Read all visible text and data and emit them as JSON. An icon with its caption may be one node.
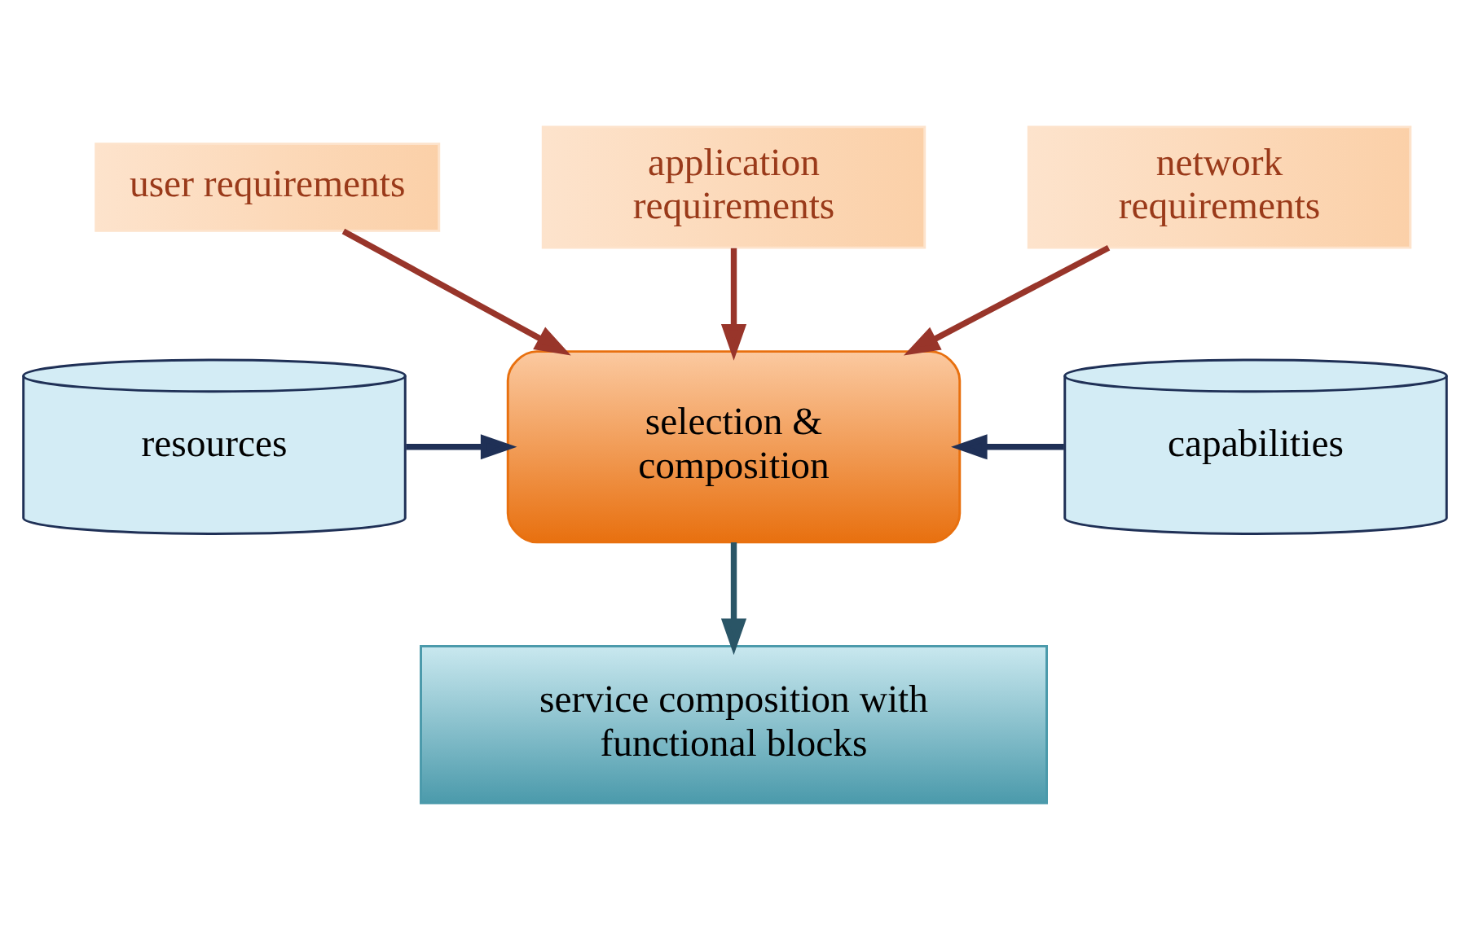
{
  "diagram": {
    "nodes": [
      {
        "text": [
          "user requirements"
        ]
      },
      {
        "text": [
          "application requirements"
        ]
      },
      {
        "text": [
          "network requirements"
        ]
      },
      {
        "text": [
          "selection & composition"
        ]
      },
      {
        "text": [
          "resources"
        ]
      },
      {
        "text": [
          "capabilities"
        ]
      },
      {
        "text": [
          "service composition with functional blocks"
        ]
      }
    ],
    "edges": [
      {
        "from": 1,
        "to": 3,
        "arrow": "to"
      },
      {
        "from": 0,
        "to": 3,
        "arrow": "to"
      },
      {
        "from": 2,
        "to": 3,
        "arrow": "to"
      },
      {
        "from": 4,
        "to": 3,
        "arrow": "to",
        "color": "#1f3056"
      },
      {
        "from": 5,
        "to": 3,
        "arrow": "to",
        "color": "#1f3056"
      },
      {
        "from": 3,
        "to": 6,
        "arrow": "to",
        "color": "#2a5566"
      }
    ]
  }
}
